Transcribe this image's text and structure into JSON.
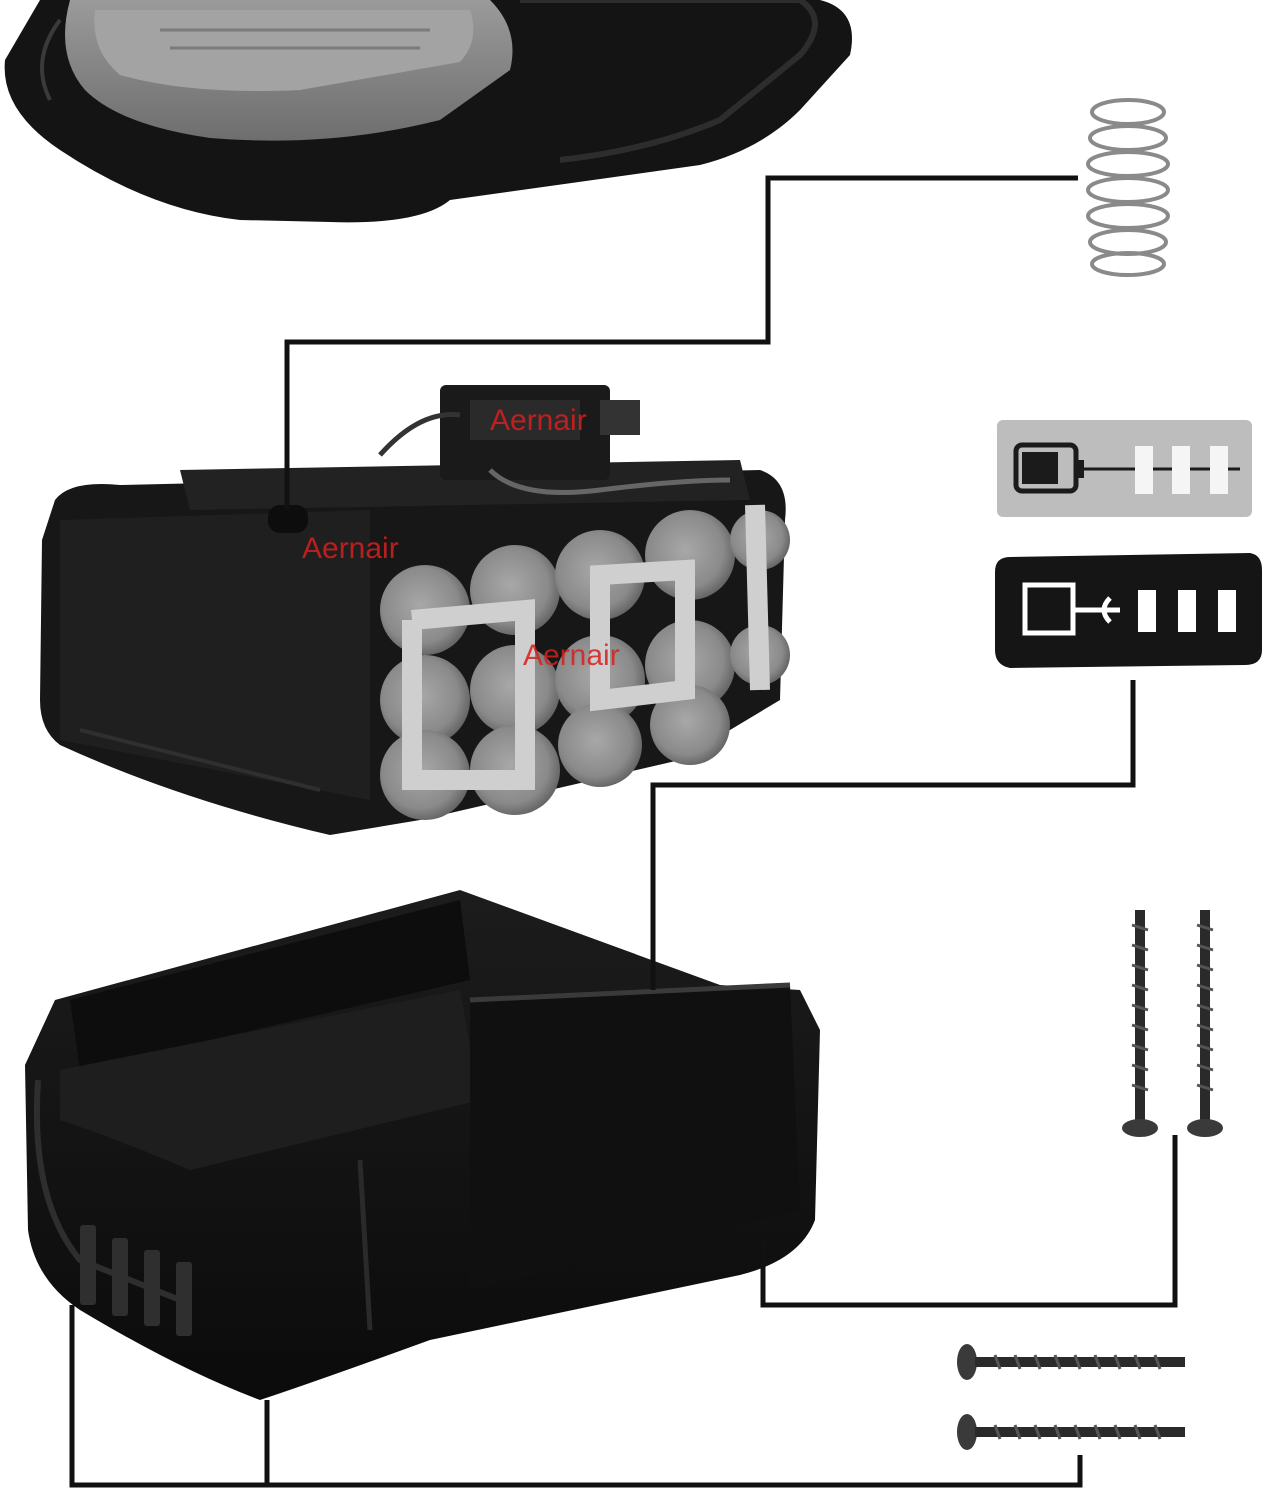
{
  "watermarks": [
    "Aernair",
    "Aernair",
    "Aernair"
  ],
  "parts": {
    "top_cover": "battery-top-cover",
    "spring": "contact-spring",
    "cell_pack": "18650-cell-pack",
    "charge_indicator_label": "battery-level-label",
    "indicator_cap": "indicator-window-cap",
    "bottom_case": "battery-bottom-case",
    "long_screws_vertical": "case-screws-vertical",
    "long_screws_horizontal": "case-screws-horizontal"
  },
  "colors": {
    "housing": "#141414",
    "housing_highlight": "#2a2a2a",
    "cover_grey": "#8a8a8a",
    "cell_grey": "#8d8d8d",
    "nickel_strip": "#c9c9c9",
    "label_grey": "#bdbdbd",
    "connector_line": "#111111",
    "watermark": "#d62020"
  }
}
